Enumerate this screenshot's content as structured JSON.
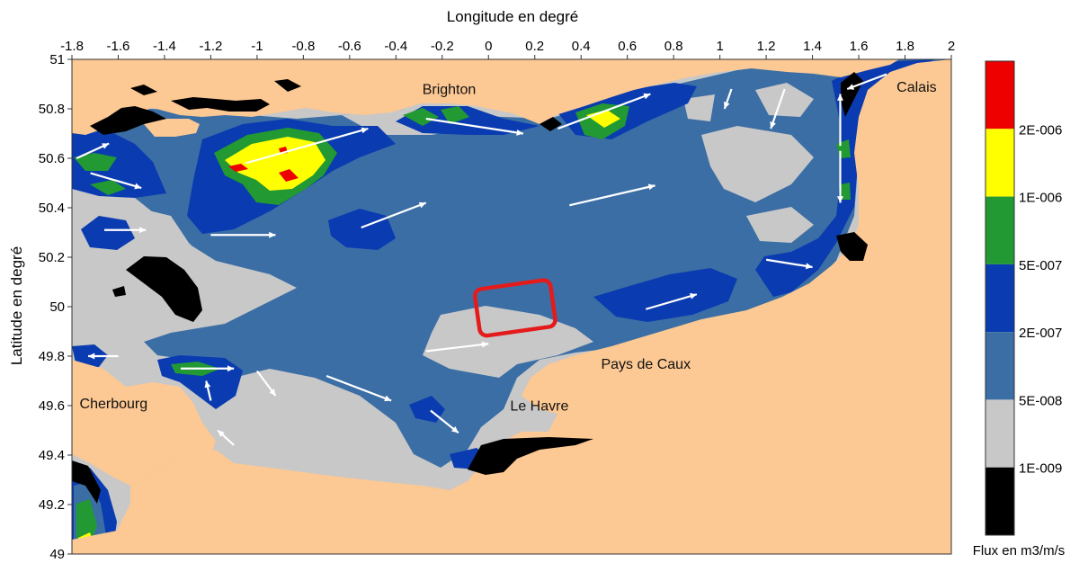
{
  "map": {
    "top_axis_title": "Longitude en degré",
    "left_axis_title": "Latitude en degré",
    "x_ticks": [
      "-1.8",
      "-1.6",
      "-1.4",
      "-1.2",
      "-1",
      "-0.8",
      "-0.6",
      "-0.4",
      "-0.2",
      "0",
      "0.2",
      "0.4",
      "0.6",
      "0.8",
      "1",
      "1.2",
      "1.4",
      "1.6",
      "1.8",
      "2"
    ],
    "y_ticks": [
      "51",
      "50.8",
      "50.6",
      "50.4",
      "50.2",
      "50",
      "49.8",
      "49.6",
      "49.4",
      "49.2",
      "49"
    ],
    "x_range": [
      -1.8,
      2.0
    ],
    "y_range": [
      49.0,
      51.0
    ],
    "places": [
      {
        "name": "Brighton",
        "lon": -0.17,
        "lat": 50.86
      },
      {
        "name": "Calais",
        "lon": 1.85,
        "lat": 50.87
      },
      {
        "name": "Cherbourg",
        "lon": -1.62,
        "lat": 49.59
      },
      {
        "name": "Le Havre",
        "lon": 0.22,
        "lat": 49.58
      },
      {
        "name": "Pays de Caux",
        "lon": 0.68,
        "lat": 49.75
      }
    ],
    "study_zone": {
      "lon_min": -0.05,
      "lon_max": 0.28,
      "lat_min": 49.9,
      "lat_max": 50.09,
      "color": "#e51b1b"
    },
    "flow_arrows": [
      {
        "lon1": -1.78,
        "lat1": 50.6,
        "lon2": -1.64,
        "lat2": 50.66
      },
      {
        "lon1": -1.72,
        "lat1": 50.54,
        "lon2": -1.5,
        "lat2": 50.48
      },
      {
        "lon1": -1.66,
        "lat1": 50.31,
        "lon2": -1.48,
        "lat2": 50.31
      },
      {
        "lon1": -1.2,
        "lat1": 50.29,
        "lon2": -0.92,
        "lat2": 50.29
      },
      {
        "lon1": -1.05,
        "lat1": 50.58,
        "lon2": -0.52,
        "lat2": 50.72
      },
      {
        "lon1": -0.55,
        "lat1": 50.32,
        "lon2": -0.27,
        "lat2": 50.42
      },
      {
        "lon1": -0.27,
        "lat1": 50.76,
        "lon2": 0.15,
        "lat2": 50.7
      },
      {
        "lon1": 0.3,
        "lat1": 50.72,
        "lon2": 0.7,
        "lat2": 50.86
      },
      {
        "lon1": 0.35,
        "lat1": 50.41,
        "lon2": 0.72,
        "lat2": 50.49
      },
      {
        "lon1": 1.05,
        "lat1": 50.88,
        "lon2": 1.02,
        "lat2": 50.8
      },
      {
        "lon1": 1.28,
        "lat1": 50.88,
        "lon2": 1.22,
        "lat2": 50.72
      },
      {
        "lon1": 1.72,
        "lat1": 50.94,
        "lon2": 1.55,
        "lat2": 50.88
      },
      {
        "lon1": 1.52,
        "lat1": 50.65,
        "lon2": 1.52,
        "lat2": 50.86
      },
      {
        "lon1": 1.52,
        "lat1": 50.63,
        "lon2": 1.52,
        "lat2": 50.42
      },
      {
        "lon1": 1.2,
        "lat1": 50.19,
        "lon2": 1.4,
        "lat2": 50.16
      },
      {
        "lon1": 0.68,
        "lat1": 49.99,
        "lon2": 0.9,
        "lat2": 50.05
      },
      {
        "lon1": -0.27,
        "lat1": 49.82,
        "lon2": 0.0,
        "lat2": 49.85
      },
      {
        "lon1": -0.7,
        "lat1": 49.72,
        "lon2": -0.42,
        "lat2": 49.62
      },
      {
        "lon1": -1.6,
        "lat1": 49.8,
        "lon2": -1.73,
        "lat2": 49.8
      },
      {
        "lon1": -1.33,
        "lat1": 49.75,
        "lon2": -1.1,
        "lat2": 49.75
      },
      {
        "lon1": -1.0,
        "lat1": 49.74,
        "lon2": -0.92,
        "lat2": 49.64
      },
      {
        "lon1": -1.2,
        "lat1": 49.62,
        "lon2": -1.22,
        "lat2": 49.7
      },
      {
        "lon1": -1.1,
        "lat1": 49.44,
        "lon2": -1.17,
        "lat2": 49.5
      },
      {
        "lon1": -0.25,
        "lat1": 49.58,
        "lon2": -0.13,
        "lat2": 49.49
      }
    ]
  },
  "legend": {
    "title": "Flux en m3/m/s",
    "bands": [
      {
        "label": "",
        "color": "#ee0000"
      },
      {
        "label": "2E-006",
        "color": "#ffff00"
      },
      {
        "label": "1E-006",
        "color": "#229933"
      },
      {
        "label": "5E-007",
        "color": "#0a3bb0"
      },
      {
        "label": "2E-007",
        "color": "#3b6ea5"
      },
      {
        "label": "5E-008",
        "color": "#c8c8c8"
      },
      {
        "label": "1E-009",
        "color": "#000000"
      }
    ]
  },
  "colors": {
    "land": "#fcc893",
    "below_1e-9": "#000000",
    "1e-9_to_5e-8": "#c8c8c8",
    "5e-8_to_2e-7": "#3b6ea5",
    "2e-7_to_5e-7": "#0a3bb0",
    "5e-7_to_1e-6": "#229933",
    "1e-6_to_2e-6": "#ffff00",
    "above_2e-6": "#ee0000",
    "arrow": "#ffffff",
    "study_zone": "#e51b1b"
  }
}
